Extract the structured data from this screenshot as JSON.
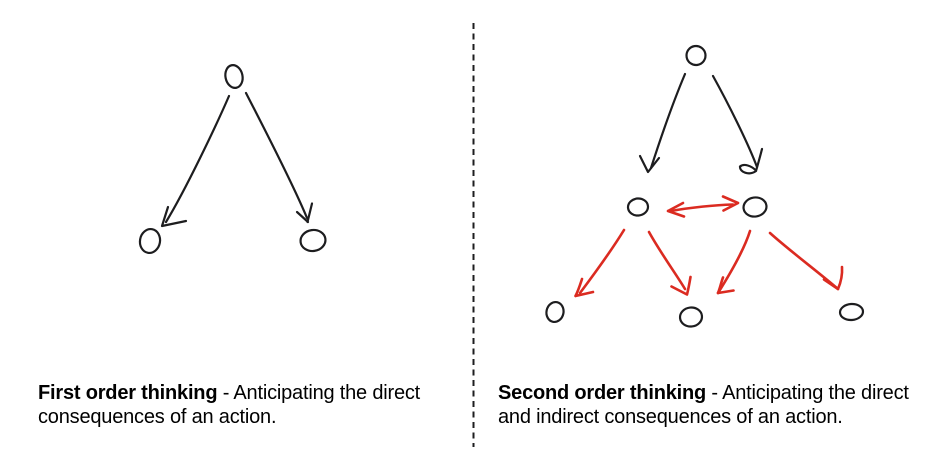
{
  "colors": {
    "ink": "#1d1d1f",
    "red": "#db2b21",
    "background": "#ffffff"
  },
  "divider": {
    "orientation": "vertical",
    "style": "dashed"
  },
  "left_panel": {
    "caption": {
      "title": "First order thinking",
      "rest_line1": " - Anticipating the direct",
      "rest_line2": "consequences of an action."
    },
    "diagram": {
      "nodes": [
        "action",
        "direct-consequence-1",
        "direct-consequence-2"
      ],
      "edges": [
        {
          "from": "action",
          "to": "direct-consequence-1",
          "color": "black"
        },
        {
          "from": "action",
          "to": "direct-consequence-2",
          "color": "black"
        }
      ]
    }
  },
  "right_panel": {
    "caption": {
      "title": "Second order thinking",
      "rest_line1": " - Anticipating the direct",
      "rest_line2": "and indirect consequences of an action."
    },
    "diagram": {
      "nodes": [
        "action",
        "direct-consequence-1",
        "direct-consequence-2",
        "indirect-consequence-1",
        "indirect-consequence-2",
        "indirect-consequence-3"
      ],
      "edges": [
        {
          "from": "action",
          "to": "direct-consequence-1",
          "color": "black"
        },
        {
          "from": "action",
          "to": "direct-consequence-2",
          "color": "black"
        },
        {
          "from": "direct-consequence-1",
          "to": "direct-consequence-2",
          "color": "red",
          "bidirectional": true
        },
        {
          "from": "direct-consequence-1",
          "to": "indirect-consequence-1",
          "color": "red"
        },
        {
          "from": "direct-consequence-1",
          "to": "indirect-consequence-2",
          "color": "red"
        },
        {
          "from": "direct-consequence-2",
          "to": "indirect-consequence-2",
          "color": "red"
        },
        {
          "from": "direct-consequence-2",
          "to": "indirect-consequence-3",
          "color": "red"
        }
      ]
    }
  }
}
